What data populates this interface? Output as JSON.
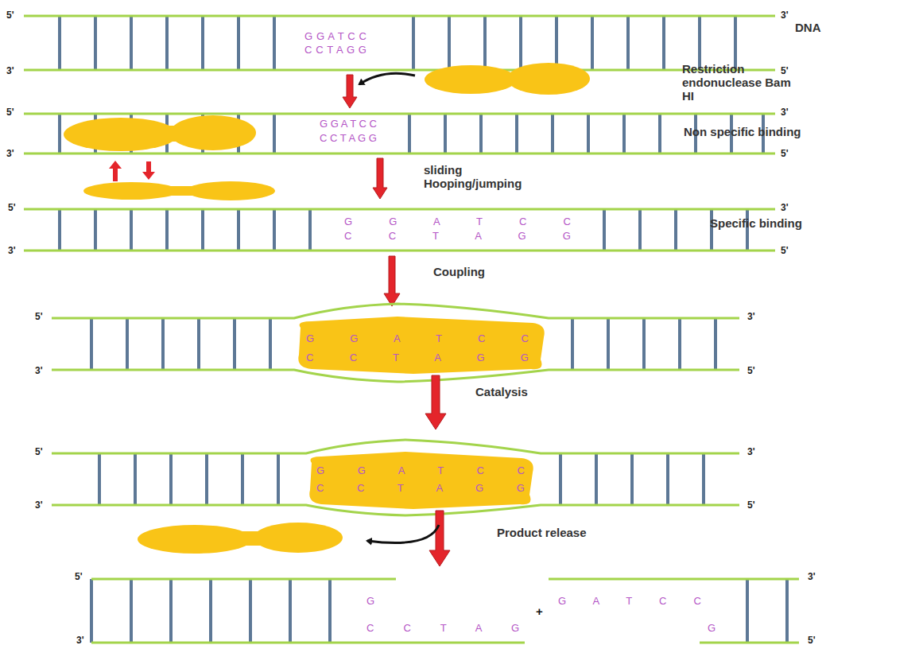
{
  "diagram": {
    "labels": [
      "5'",
      "3'",
      "DNA",
      "3'",
      "5'",
      "G G A T C C",
      "C C T A G G",
      "Restriction endonuclease Bam HI",
      "5'",
      "3'",
      "3'",
      "5'",
      "G G A T C C",
      "C C T A G G",
      "Non specific binding",
      "sliding Hooping/jumping",
      "5'",
      "3'",
      "3'",
      "5'",
      "G G A T C C",
      "C C T A G G",
      "Specific binding",
      "Coupling",
      "5'",
      "3'",
      "3'",
      "5'",
      "G G A T C C",
      "C C T A G G",
      "Catalysis",
      "5'",
      "3'",
      "3'",
      "5'",
      "G G A T C C",
      "C C T A G G",
      "Product release",
      "5'",
      "3'",
      "G",
      "C C T A G",
      "+",
      "G A T C C",
      "G",
      "3'",
      "5'"
    ]
  }
}
